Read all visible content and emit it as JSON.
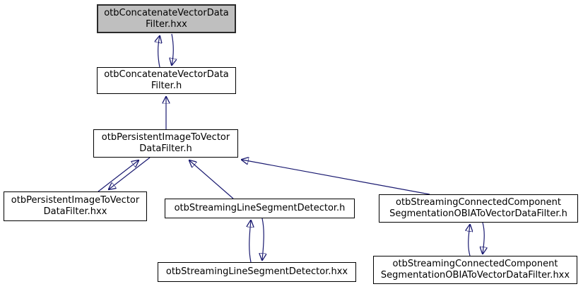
{
  "graph": {
    "kind": "include-dependency-graph",
    "colors": {
      "background": "#ffffff",
      "edge": "#191970",
      "node_border": "#000000",
      "node_fill": "#ffffff",
      "current_node_fill": "#bfbfbf"
    },
    "nodes": [
      {
        "id": "n1",
        "label": "otbConcatenateVectorData\nFilter.hxx",
        "current": true
      },
      {
        "id": "n2",
        "label": "otbConcatenateVectorData\nFilter.h",
        "current": false
      },
      {
        "id": "n3",
        "label": "otbPersistentImageToVector\nDataFilter.h",
        "current": false
      },
      {
        "id": "n4",
        "label": "otbPersistentImageToVector\nDataFilter.hxx",
        "current": false
      },
      {
        "id": "n5",
        "label": "otbStreamingLineSegmentDetector.h",
        "current": false
      },
      {
        "id": "n6",
        "label": "otbStreamingConnectedComponent\nSegmentationOBIAToVectorDataFilter.h",
        "current": false
      },
      {
        "id": "n7",
        "label": "otbStreamingLineSegmentDetector.hxx",
        "current": false
      },
      {
        "id": "n8",
        "label": "otbStreamingConnectedComponent\nSegmentationOBIAToVectorDataFilter.hxx",
        "current": false
      }
    ],
    "edges": [
      {
        "from": "n2",
        "to": "n1"
      },
      {
        "from": "n1",
        "to": "n2"
      },
      {
        "from": "n3",
        "to": "n2"
      },
      {
        "from": "n4",
        "to": "n3"
      },
      {
        "from": "n3",
        "to": "n4"
      },
      {
        "from": "n5",
        "to": "n3"
      },
      {
        "from": "n6",
        "to": "n3"
      },
      {
        "from": "n7",
        "to": "n5"
      },
      {
        "from": "n5",
        "to": "n7"
      },
      {
        "from": "n8",
        "to": "n6"
      },
      {
        "from": "n6",
        "to": "n8"
      }
    ]
  }
}
